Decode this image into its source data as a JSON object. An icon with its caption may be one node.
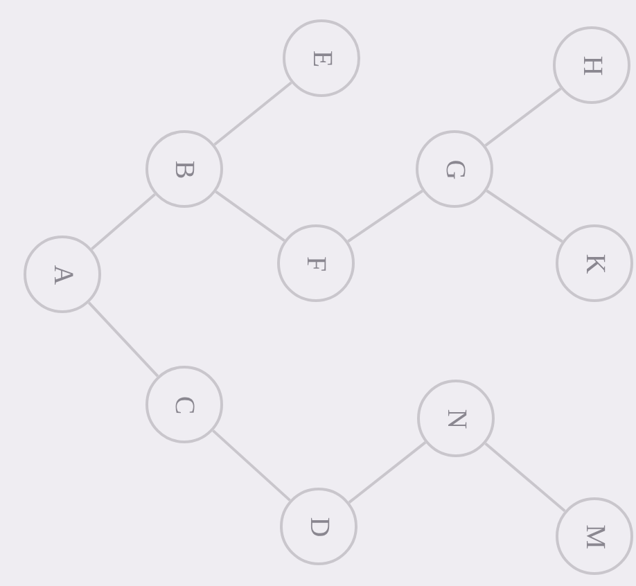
{
  "diagram": {
    "nodes": [
      {
        "text": [
          "A"
        ]
      },
      {
        "text": [
          "B"
        ]
      },
      {
        "text": [
          "E"
        ]
      },
      {
        "text": [
          "F"
        ]
      },
      {
        "text": [
          "C"
        ]
      },
      {
        "text": [
          "D"
        ]
      },
      {
        "text": [
          "G"
        ]
      },
      {
        "text": [
          "H"
        ]
      },
      {
        "text": [
          "K"
        ]
      },
      {
        "text": [
          "N"
        ]
      },
      {
        "text": [
          "M"
        ]
      }
    ],
    "edges": [
      {
        "from": 0,
        "to": 1,
        "arrow": "none"
      },
      {
        "from": 1,
        "to": 2,
        "arrow": "none"
      },
      {
        "from": 1,
        "to": 3,
        "arrow": "none"
      },
      {
        "from": 0,
        "to": 4,
        "arrow": "none"
      },
      {
        "from": 4,
        "to": 5,
        "arrow": "none"
      },
      {
        "from": 3,
        "to": 6,
        "arrow": "none"
      },
      {
        "from": 6,
        "to": 7,
        "arrow": "none"
      },
      {
        "from": 6,
        "to": 8,
        "arrow": "none"
      },
      {
        "from": 5,
        "to": 9,
        "arrow": "none"
      },
      {
        "from": 9,
        "to": 10,
        "arrow": "none"
      }
    ]
  }
}
